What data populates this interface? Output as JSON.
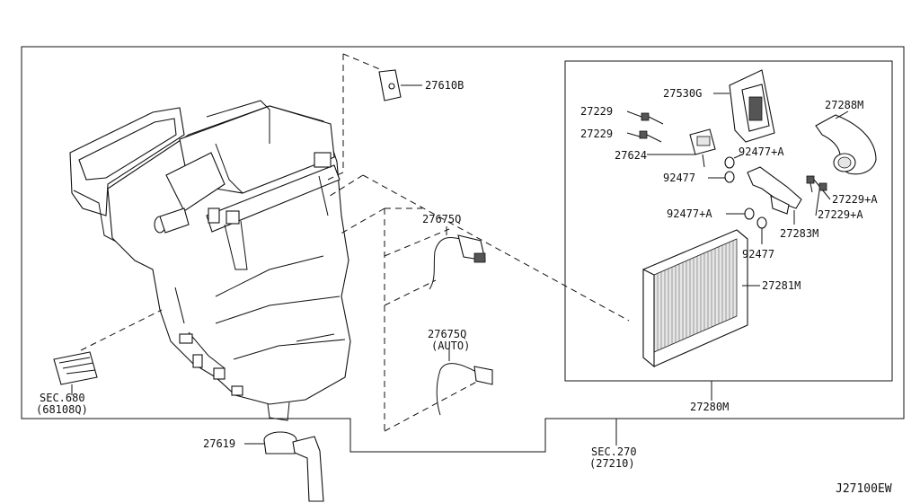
{
  "diagram_code": "J27100EW",
  "labels": {
    "p27610B": "27610B",
    "p27530G": "27530G",
    "p27288M": "27288M",
    "p27229_a": "27229",
    "p27229_b": "27229",
    "p27624": "27624",
    "p92477A_a": "92477+A",
    "p92477_a": "92477",
    "p27229A_a": "27229+A",
    "p27229A_b": "27229+A",
    "p92477A_b": "92477+A",
    "p27283M": "27283M",
    "p92477_b": "92477",
    "p27675Q": "27675Q",
    "p27675Q_auto": "27675Q",
    "auto_note": "(AUTO)",
    "p27281M": "27281M",
    "p27280M": "27280M",
    "sec680": "SEC.680",
    "sec680_sub": "(68108Q)",
    "p27619": "27619",
    "sec270": "SEC.270",
    "sec270_sub": "(27210)"
  }
}
